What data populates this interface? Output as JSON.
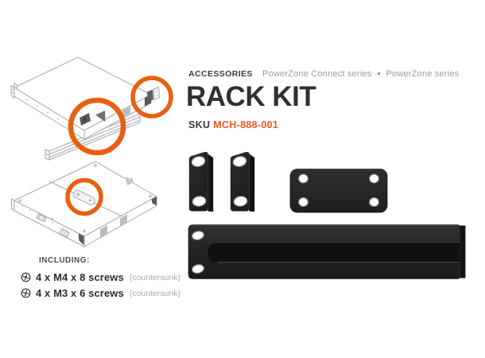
{
  "colors": {
    "background": "#ffffff",
    "accent": "#f4571f",
    "accent_circle": "#e8600f",
    "title": "#303030",
    "eyebrow": "#3c3c3c",
    "series_gray": "#9c9c9c",
    "note_gray": "#a8a8a8",
    "line_art": "#a6aaae",
    "part_black": "#202022"
  },
  "header": {
    "category": "ACCESSORIES",
    "series": [
      "PowerZone Connect series",
      "PowerZone series"
    ],
    "separator": "•",
    "title": "RACK KIT",
    "sku_label": "SKU",
    "sku_value": "MCH-888-001"
  },
  "including": {
    "label": "INCLUDING:",
    "items": [
      {
        "spec": "4 x M4 x 8 screws",
        "note": "(countersunk)"
      },
      {
        "spec": "4 x M3 x 6 screws",
        "note": "(countersunk)"
      }
    ]
  },
  "icons": {
    "screw_head": "countersunk-phillips-screw-head",
    "series_separator": "orange-dot-bullet",
    "highlight": "orange-highlight-circle"
  }
}
